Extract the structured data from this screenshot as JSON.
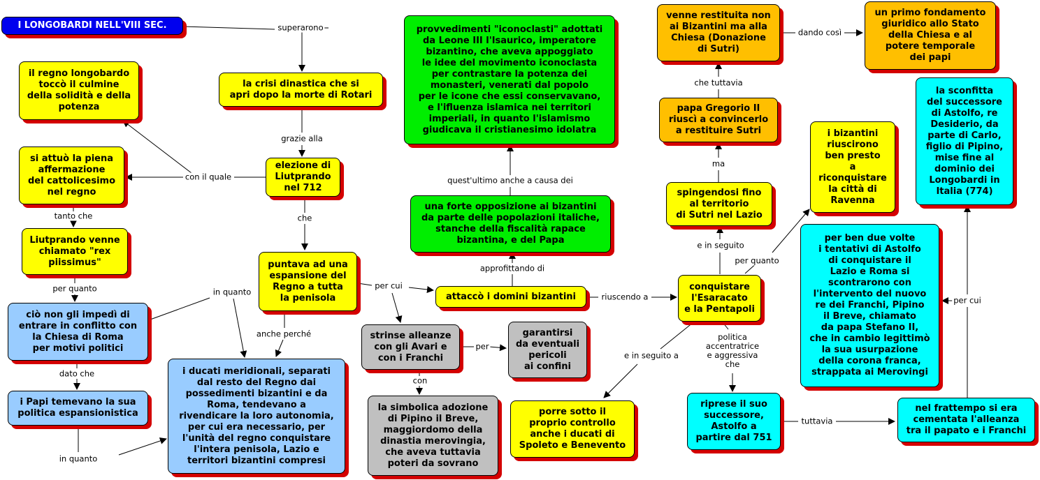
{
  "colors": {
    "blue_title": "#0000ee",
    "yellow": "#ffff00",
    "green": "#00ee00",
    "orange": "#ffbf00",
    "cyan": "#00ffff",
    "light_blue": "#99ccff",
    "gray": "#c0c0c0",
    "shadow": "#d40000"
  },
  "nodes": {
    "title": "I LONGOBARDI NELL'VIII SEC.",
    "crisi": "la crisi dinastica che si\napri dopo la morte di Rotari",
    "regno_culmine": "il regno longobardo\ntoccò il culmine\ndella solidità e della\npotenza",
    "cattolicesimo": "si attuò la piena\naffermazione\ndel cattolicesimo\nnel regno",
    "elezione": "elezione di\nLiutprando\nnel 712",
    "rex": "Liutprando venne\nchiamato \"rex\npiissimus\"",
    "conflitto": "ciò non gli impedì di\nentrare in conflitto con\nla Chiesa di Roma\nper motivi politici",
    "papi_temevano": "i Papi temevano la sua\npolitica espansionistica",
    "espansione": "puntava ad una\nespansione del\nRegno a tutta\nla penisola",
    "ducati_meridionali": "i ducati meridionali, separati\ndal resto del Regno dai\npossedimenti bizantini e da\nRoma, tendevano a\nrivendicare la loro autonomia,\nper cui era necessario, per\nl'unità del regno conquistare\nl'intera penisola, Lazio e\nterritori bizantini compresi",
    "iconoclasti": "provvedimenti \"iconoclasti\" adottati\nda Leone III l'Isaurico, imperatore\nbizantino, che aveva appoggiato\nle idee del movimento iconoclasta\nper contrastare la potenza dei\nmonasteri, venerati dal popolo\nper le icone che essi conservavano,\ne l'ifluenza islamica nei territori\nimperiali, in quanto l'islamismo\ngiudicava il cristianesimo idolatra",
    "opposizione": "una forte opposizione ai bizantini\nda parte delle popolazioni italiche,\nstanche della fiscalità rapace\nbizantina, e del Papa",
    "attacco": "attaccò i domini bizantini",
    "alleanze": "strinse alleanze\ncon gli Avari e\ncon i Franchi",
    "garantirsi": "garantirsi\nda eventuali\npericoli\nai confini",
    "simbolica": "la simbolica adozione\ndi Pipino il Breve,\nmaggiordomo della\ndinastia merovingia,\nche aveva tuttavia\npoteri da sovrano",
    "restituita": "venne restituita non\nai Bizantini ma alla\nChiesa  (Donazione\ndi Sutri)",
    "fondamento": "un primo fondamento\ngiuridico allo Stato\ndella Chiesa e al\npotere temporale\ndei papi",
    "gregorio": "papa Gregorio II\nriuscì a convincerlo\na restituire Sutri",
    "sutri": "spingendosi fino\nal territorio\ndi Sutri nel Lazio",
    "esaracato": "conquistare\nl'Esaracato\ne la Pentapoli",
    "ravenna": "i bizantini\nriuscirono\nben presto\na\nriconquistare\nla città di\nRavenna",
    "sconfitta": "la sconfitta\ndel successore\ndi Astolfo, re\nDesiderio, da\nparte di Carlo,\nfiglio di Pipino,\nmise fine al\ndominio dei\nLongobardi in\nItalia (774)",
    "tentativi": "per ben due volte\ni tentativi di Astolfo\ndi conquistare il\nLazio e Roma  si\nscontrarono con\nl'intervento del nuovo\nre dei Franchi, Pipino\nil Breve, chiamato\nda papa Stefano II,\nche in cambio legittimò\nla sua usurpazione\ndella corona franca,\nstrappata ai Merovingi",
    "spoleto": "porre sotto il\nproprio controllo\nanche i ducati di\nSpoleto e Benevento",
    "astolfo": "riprese il suo\nsuccessore,\nAstolfo a\npartire dal 751",
    "frattempo": "nel frattempo si era\ncementata l'alleanza\ntra il papato e i Franchi"
  },
  "links": {
    "superarono": "superarono",
    "grazie_alla": "grazie alla",
    "con_il_quale": "con il quale",
    "tanto_che": "tanto che",
    "per_quanto_1": "per quanto",
    "dato_che": "dato che",
    "in_quanto_1": "in quanto",
    "che_1": "che",
    "in_quanto_2": "in quanto",
    "anche_perche": "anche perché",
    "per_cui_1": "per cui",
    "per": "per",
    "con": "con",
    "approfittando": "approfittando di",
    "quest_ultimo": "quest'ultimo anche a causa dei",
    "riuscendo": "riuscendo a",
    "e_in_seguito_1": "e in seguito",
    "ma": "ma",
    "che_tuttavia": "che tuttavia",
    "dando_cosi": "dando così",
    "per_quanto_2": "per quanto",
    "e_in_seguito_a": "e in seguito a",
    "politica": "politica\naccentratrice\ne aggressiva\nche",
    "tuttavia": "tuttavia",
    "per_cui_2": "per cui"
  }
}
